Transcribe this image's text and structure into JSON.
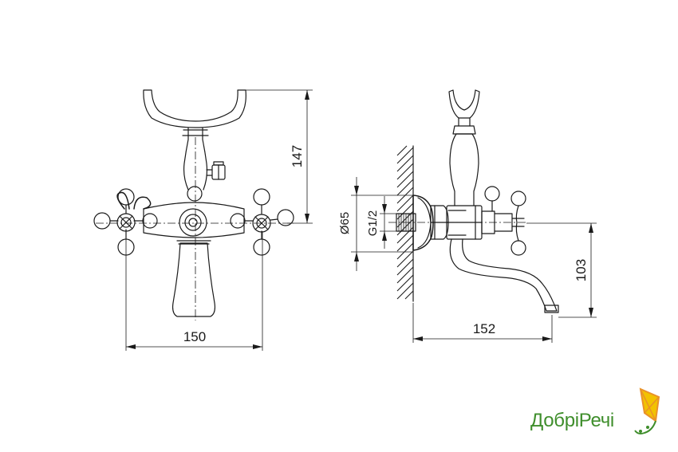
{
  "dimensions": {
    "width_total": "150",
    "height_total": "147",
    "outlet_diameter": "Ø65",
    "thread": "G1/2",
    "spout_reach": "152",
    "spout_height": "103"
  },
  "logo": {
    "text": "ДобріРечі",
    "colors": {
      "green": "#3f8e2c",
      "orange": "#e9922a",
      "yellow": "#f2c200"
    }
  },
  "colors": {
    "line": "#1a1a1a",
    "background": "#ffffff"
  }
}
